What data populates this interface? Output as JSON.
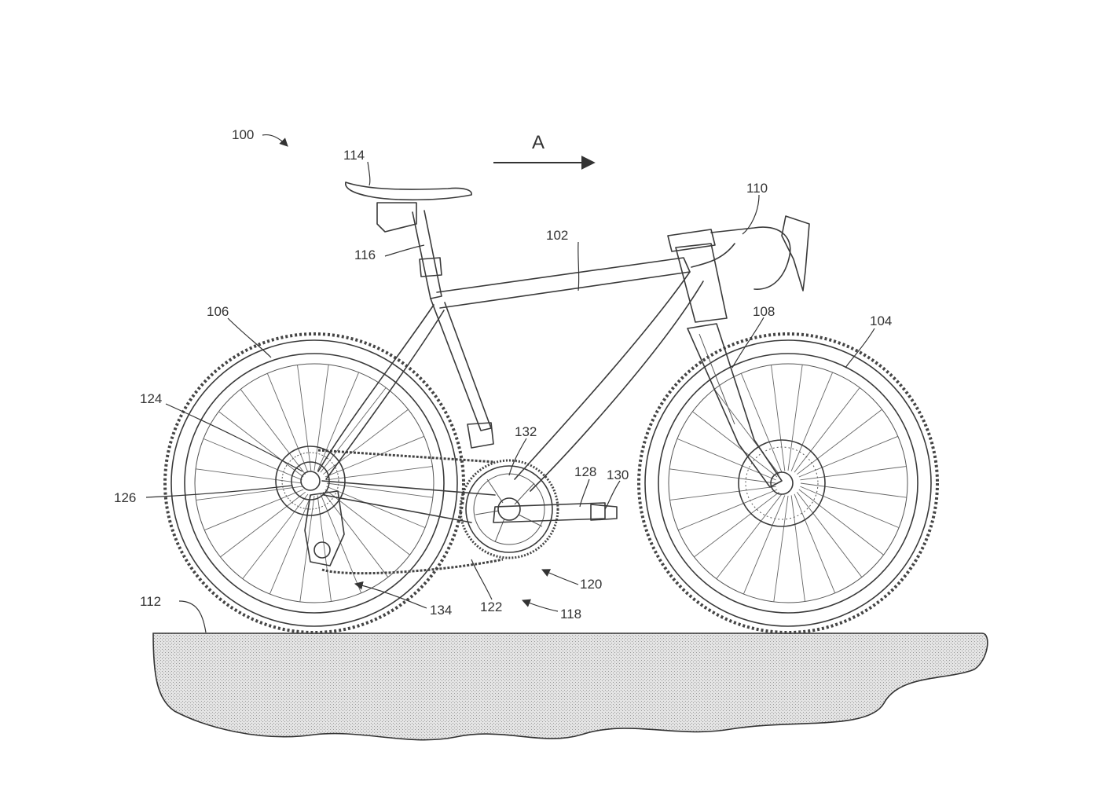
{
  "figure": {
    "direction_label": "A",
    "reference_numerals": {
      "bicycle": "100",
      "frame": "102",
      "front_wheel": "104",
      "rear_wheel": "106",
      "fork": "108",
      "handlebar": "110",
      "ground": "112",
      "saddle": "114",
      "seat_post": "116",
      "drivetrain": "118",
      "crank_assembly": "120",
      "chain": "122",
      "rear_hub": "124",
      "cassette": "126",
      "crank_arm": "128",
      "pedal": "130",
      "chainring": "132",
      "rear_derailleur": "134"
    }
  }
}
